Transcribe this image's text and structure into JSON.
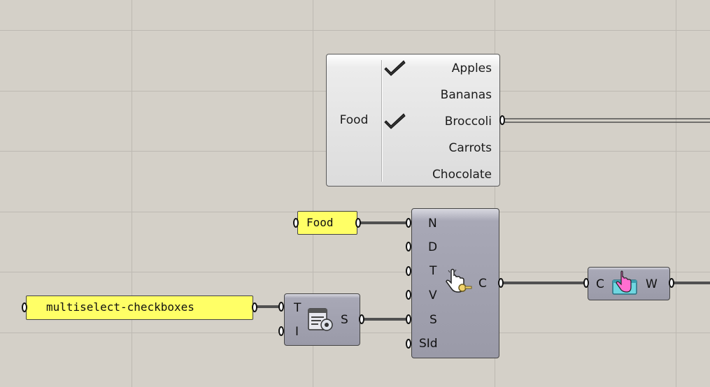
{
  "value_list": {
    "name": "Food",
    "items": [
      {
        "label": "Apples",
        "checked": true
      },
      {
        "label": "Bananas",
        "checked": false
      },
      {
        "label": "Broccoli",
        "checked": true
      },
      {
        "label": "Carrots",
        "checked": false
      },
      {
        "label": "Chocolate",
        "checked": false
      }
    ]
  },
  "panel_food": {
    "text": "Food"
  },
  "panel_multiselect": {
    "text": "multiselect-checkboxes"
  },
  "template_component": {
    "inputs": [
      "T",
      "I"
    ],
    "outputs": [
      "S"
    ],
    "icon": "template-gear-icon"
  },
  "checklist_component": {
    "inputs": [
      "N",
      "D",
      "T",
      "V",
      "S",
      "SId"
    ],
    "outputs": [
      "C"
    ],
    "icon": "pointer-hand-key-icon"
  },
  "window_component": {
    "inputs": [
      "C"
    ],
    "outputs": [
      "W"
    ],
    "icon": "window-hand-icon"
  },
  "colors": {
    "canvas": "#d4d0c8",
    "panel": "#ffff66",
    "component": "#9a9aa8",
    "wire": "#505050"
  }
}
